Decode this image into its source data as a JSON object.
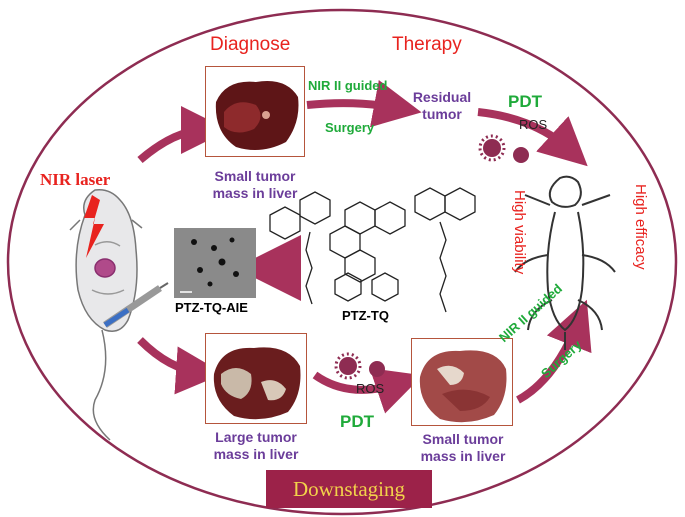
{
  "headers": {
    "diagnose": "Diagnose",
    "therapy": "Therapy"
  },
  "laser": {
    "label": "NIR laser"
  },
  "steps": {
    "nir_guided_top": "NIR II guided",
    "surgery_top": "Surgery",
    "residual_tumor": "Residual tumor",
    "pdt_top": "PDT",
    "ros_top": "ROS",
    "small_tumor_top": "Small tumor mass in liver",
    "large_tumor": "Large tumor mass in liver",
    "ros_bottom": "ROS",
    "pdt_bottom": "PDT",
    "small_tumor_bottom": "Small tumor mass in liver",
    "nir_guided_bottom": "NIR II guided",
    "surgery_bottom": "Surgery"
  },
  "outcomes": {
    "viability": "High viability",
    "efficacy": "High efficacy"
  },
  "molecule": {
    "name": "PTZ-TQ",
    "aggregate": "PTZ-TQ-AIE"
  },
  "banner": {
    "label": "Downstaging"
  },
  "colors": {
    "arrow": "#a8325c",
    "oval": "#8e2c52",
    "banner": "#9c2249",
    "banner_text": "#f2d24a",
    "red_text": "#e8231f",
    "green_text": "#1faa3a",
    "purple_text": "#6b3d9a"
  }
}
